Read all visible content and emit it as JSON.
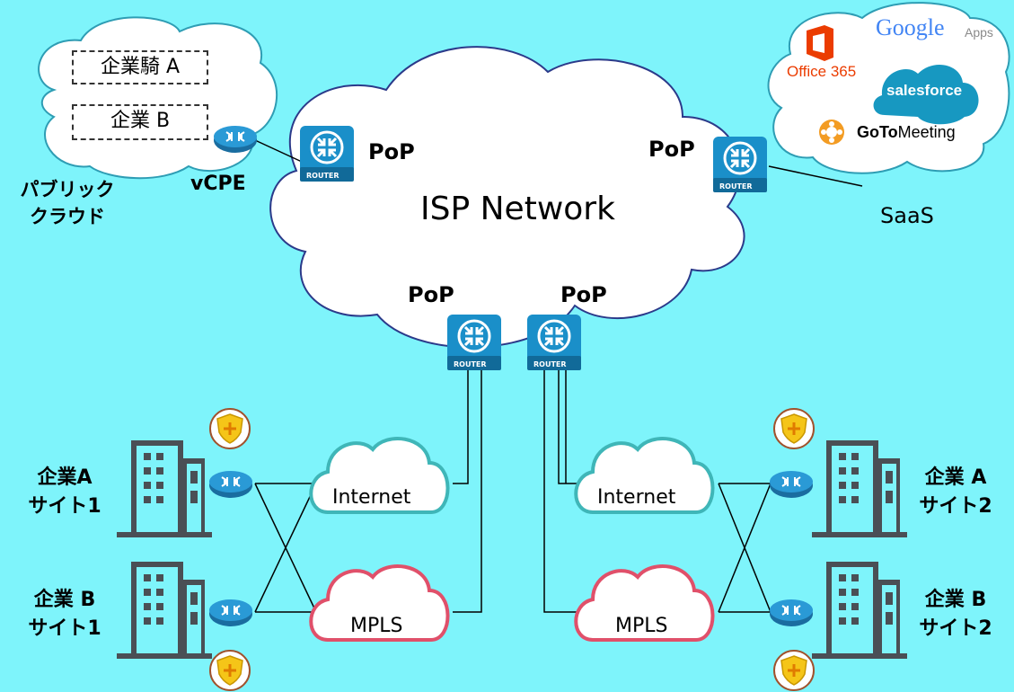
{
  "isp_network": {
    "label": "ISP Network"
  },
  "pop_label": "PoP",
  "router_label": "ROUTER",
  "public_cloud": {
    "label_line1": "パブリック",
    "label_line2": "クラウド",
    "tenant_a": "企業騎 A",
    "tenant_b": "企業 B",
    "vcpe_label": "vCPE"
  },
  "saas": {
    "label": "SaaS",
    "google": "Google",
    "google_apps": "Apps",
    "office": "Office 365",
    "salesforce": "salesforce",
    "goto": "GoTo",
    "meeting": "Meeting"
  },
  "transport": {
    "internet": "Internet",
    "mpls": "MPLS"
  },
  "sites": {
    "a1_line1": "企業A",
    "a1_line2": "サイト1",
    "b1_line1": "企業 B",
    "b1_line2": "サイト1",
    "a2_line1": "企業 A",
    "a2_line2": "サイト2",
    "b2_line1": "企業 B",
    "b2_line2": "サイト2"
  },
  "colors": {
    "background": "#7ef4fb",
    "router_blue": "#1a8fc9",
    "internet_cloud": "#3fb6b8",
    "mpls_cloud": "#e0506a",
    "shield": "#f5c518",
    "building": "#4a4f55",
    "office_red": "#eb3c00",
    "salesforce_blue": "#1798c1"
  }
}
